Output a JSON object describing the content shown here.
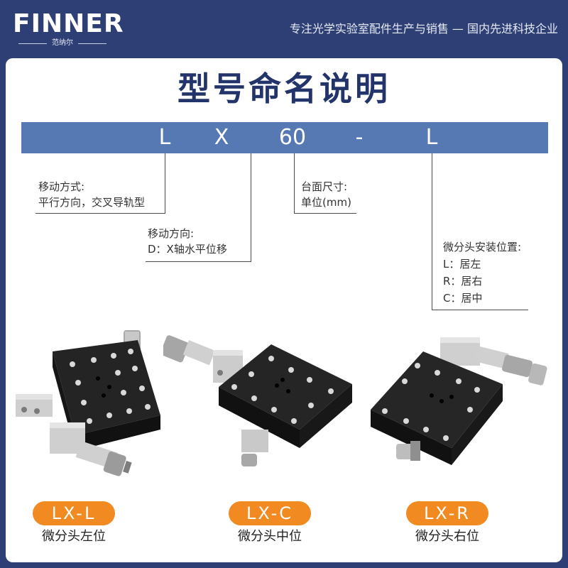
{
  "header": {
    "logo_text": "FINNER",
    "logo_sub": "范纳尔",
    "tagline": "专注光学实验室配件生产与销售 — 国内先进科技企业"
  },
  "title": "型号命名说明",
  "code": {
    "segments": [
      "L",
      "X",
      "60",
      "-",
      "L"
    ]
  },
  "descriptions": {
    "mode": {
      "label": "移动方式:",
      "value": "平行方向，交叉导轨型"
    },
    "direction": {
      "label": "移动方向:",
      "value": "D：X轴水平位移"
    },
    "size": {
      "label": "台面尺寸:",
      "value": "单位(mm)"
    },
    "micrometer": {
      "label": "微分头安装位置:",
      "options": [
        "L：居左",
        "R：居右",
        "C：居中"
      ]
    }
  },
  "products": [
    {
      "model": "LX-L",
      "caption": "微分头左位"
    },
    {
      "model": "LX-C",
      "caption": "微分头中位"
    },
    {
      "model": "LX-R",
      "caption": "微分头右位"
    }
  ],
  "colors": {
    "header_bg": "#2e3f75",
    "title": "#23346b",
    "code_bar": "#5679b3",
    "badge": "#f08a21"
  }
}
